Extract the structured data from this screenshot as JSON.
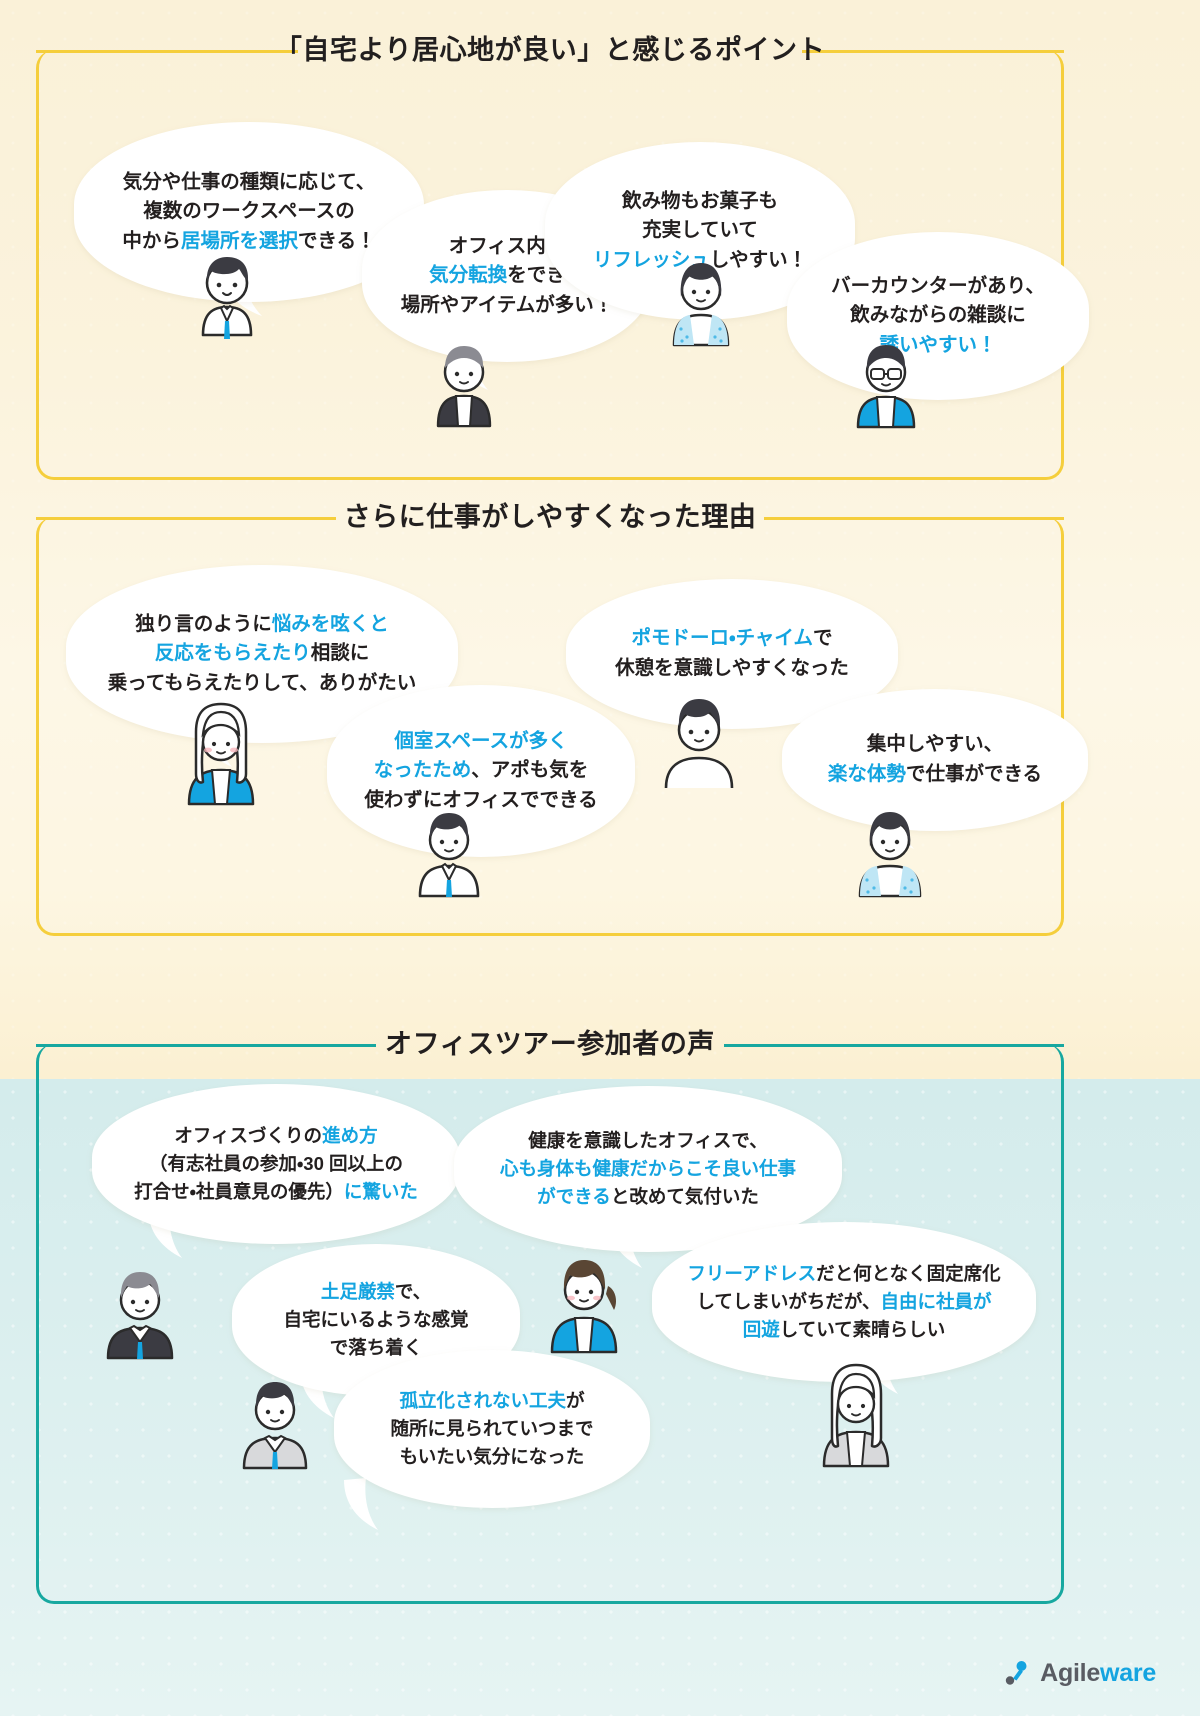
{
  "meta": {
    "background_warm": "#fbf3dd",
    "background_cool": "#dceff0",
    "accent_yellow": "#f5ce3c",
    "accent_teal": "#17a8a0",
    "highlight_blue": "#14a4e0",
    "text_color": "#231f1f"
  },
  "sections": [
    {
      "id": "comfort",
      "title": "「自宅より居心地が良い」と感じるポイント",
      "accent": "#f5ce3c",
      "bubbles": [
        {
          "id": "comfort-1",
          "lines": [
            [
              {
                "t": "気分や仕事の種類に応じて、",
                "hl": false
              }
            ],
            [
              {
                "t": "複数のワークスペースの",
                "hl": false
              }
            ],
            [
              {
                "t": "中から",
                "hl": false
              },
              {
                "t": "居場所を選択",
                "hl": true
              },
              {
                "t": "できる！",
                "hl": false
              }
            ]
          ],
          "person": "man-short-hair-tie"
        },
        {
          "id": "comfort-2",
          "lines": [
            [
              {
                "t": "オフィス内に",
                "hl": false
              }
            ],
            [
              {
                "t": "気分転換",
                "hl": true
              },
              {
                "t": "をできる",
                "hl": false
              }
            ],
            [
              {
                "t": "場所やアイテムが多い！",
                "hl": false
              }
            ]
          ],
          "person": "man-jacket-glasses"
        },
        {
          "id": "comfort-3",
          "lines": [
            [
              {
                "t": "飲み物もお菓子も",
                "hl": false
              }
            ],
            [
              {
                "t": "充実していて",
                "hl": false
              }
            ],
            [
              {
                "t": "リフレッシュ",
                "hl": true
              },
              {
                "t": "しやすい！",
                "hl": false
              }
            ]
          ],
          "person": "woman-bob-dotted"
        },
        {
          "id": "comfort-4",
          "lines": [
            [
              {
                "t": "バーカウンターがあり、",
                "hl": false
              }
            ],
            [
              {
                "t": "飲みながらの雑談に",
                "hl": false
              }
            ],
            [
              {
                "t": "誘いやすい！",
                "hl": true
              }
            ]
          ],
          "person": "man-glasses-blue-shirt"
        }
      ]
    },
    {
      "id": "easier",
      "title": "さらに仕事がしやすくなった理由",
      "accent": "#f5ce3c",
      "bubbles": [
        {
          "id": "easier-1",
          "lines": [
            [
              {
                "t": "独り言のように",
                "hl": false
              },
              {
                "t": "悩みを呟くと",
                "hl": true
              }
            ],
            [
              {
                "t": "反応をもらえたり",
                "hl": true
              },
              {
                "t": "相談に",
                "hl": false
              }
            ],
            [
              {
                "t": "乗ってもらえたりして、ありがたい",
                "hl": false
              }
            ]
          ],
          "person": "woman-long-hair-blue"
        },
        {
          "id": "easier-2",
          "lines": [
            [
              {
                "t": "個室スペースが多く",
                "hl": true
              }
            ],
            [
              {
                "t": "なったため",
                "hl": true
              },
              {
                "t": "、アポも気を",
                "hl": false
              }
            ],
            [
              {
                "t": "使わずにオフィスでできる",
                "hl": false
              }
            ]
          ],
          "person": "man-tie-short-hair"
        },
        {
          "id": "easier-3",
          "lines": [
            [
              {
                "t": "ポモドーロ・チャイム",
                "hl": true
              },
              {
                "t": "で",
                "hl": false
              }
            ],
            [
              {
                "t": "休憩を意識しやすくなった",
                "hl": false
              }
            ]
          ],
          "person": "man-plain-dark-hair"
        },
        {
          "id": "easier-4",
          "lines": [
            [
              {
                "t": "集中しやすい、",
                "hl": false
              }
            ],
            [
              {
                "t": "楽な体勢",
                "hl": true
              },
              {
                "t": "で仕事ができる",
                "hl": false
              }
            ]
          ],
          "person": "woman-bob-dotted-2"
        }
      ]
    },
    {
      "id": "tour",
      "title": "オフィスツアー参加者の声",
      "accent": "#17a8a0",
      "bubbles": [
        {
          "id": "tour-1",
          "lines": [
            [
              {
                "t": "オフィスづくりの",
                "hl": false
              },
              {
                "t": "進め方",
                "hl": true
              }
            ],
            [
              {
                "t": "（有志社員の参加・30 回以上の",
                "hl": false
              }
            ],
            [
              {
                "t": "打合せ・社員意見の優先）",
                "hl": false
              },
              {
                "t": "に驚いた",
                "hl": true
              }
            ]
          ],
          "person": "man-suit-gray-hair"
        },
        {
          "id": "tour-2",
          "lines": [
            [
              {
                "t": "健康を意識したオフィスで、",
                "hl": false
              }
            ],
            [
              {
                "t": "心も身体も健康だからこそ良い仕事",
                "hl": true
              }
            ],
            [
              {
                "t": "ができる",
                "hl": true
              },
              {
                "t": "と改めて気付いた",
                "hl": false
              }
            ]
          ],
          "person": "woman-ponytail-blue"
        },
        {
          "id": "tour-3",
          "lines": [
            [
              {
                "t": "土足厳禁",
                "hl": true
              },
              {
                "t": "で、",
                "hl": false
              }
            ],
            [
              {
                "t": "自宅にいるような感覚",
                "hl": false
              }
            ],
            [
              {
                "t": "で落ち着く",
                "hl": false
              }
            ]
          ],
          "person": null
        },
        {
          "id": "tour-4",
          "lines": [
            [
              {
                "t": "フリーアドレス",
                "hl": true
              },
              {
                "t": "だと何となく固定席化",
                "hl": false
              }
            ],
            [
              {
                "t": "してしまいがちだが、",
                "hl": false
              },
              {
                "t": "自由に社員が",
                "hl": true
              }
            ],
            [
              {
                "t": "回遊",
                "hl": true
              },
              {
                "t": "していて素晴らしい",
                "hl": false
              }
            ]
          ],
          "person": "woman-long-light-hair"
        },
        {
          "id": "tour-5",
          "lines": [
            [
              {
                "t": "孤立化されない工夫",
                "hl": true
              },
              {
                "t": "が",
                "hl": false
              }
            ],
            [
              {
                "t": "随所に見られていつまで",
                "hl": false
              }
            ],
            [
              {
                "t": "もいたい気分になった",
                "hl": false
              }
            ]
          ],
          "person": "man-labcoat-tie"
        }
      ]
    }
  ],
  "brand": {
    "name_part1": "Agile",
    "name_part2": "ware",
    "icon": "agileware-dots-icon"
  }
}
